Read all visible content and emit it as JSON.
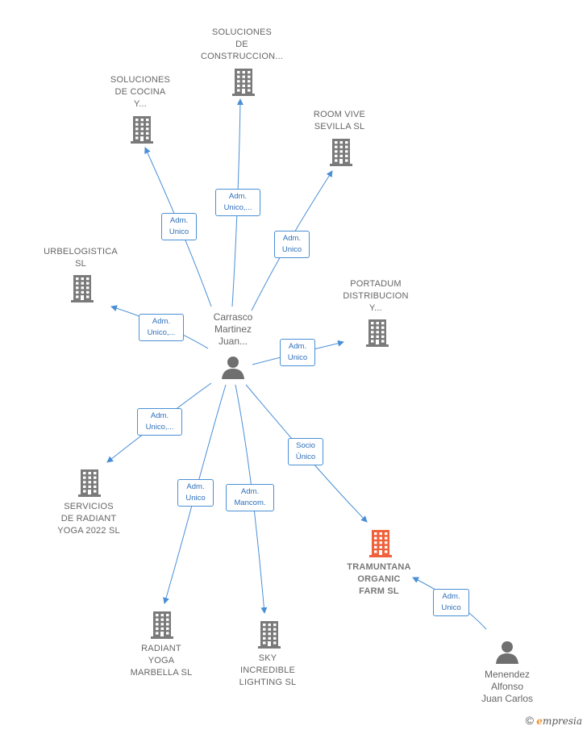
{
  "colors": {
    "edge": "#4a8fd6",
    "building": "#7a7a7a",
    "building_main": "#f0603a",
    "person": "#6f6f6f"
  },
  "nodes": {
    "center": {
      "lines": [
        "Carrasco",
        "Martinez",
        "Juan..."
      ]
    },
    "soluciones_construccion": {
      "lines": [
        "SOLUCIONES",
        "DE",
        "CONSTRUCCION..."
      ]
    },
    "soluciones_cocina": {
      "lines": [
        "SOLUCIONES",
        "DE COCINA",
        "Y..."
      ]
    },
    "room_vive": {
      "lines": [
        "ROOM VIVE",
        "SEVILLA  SL"
      ]
    },
    "urbelogistica": {
      "lines": [
        "URBELOGISTICA",
        "SL"
      ]
    },
    "portadum": {
      "lines": [
        "PORTADUM",
        "DISTRIBUCION",
        "Y..."
      ]
    },
    "servicios_radiant": {
      "lines": [
        "SERVICIOS",
        "DE RADIANT",
        "YOGA 2022  SL"
      ]
    },
    "radiant_yoga": {
      "lines": [
        "RADIANT",
        "YOGA",
        "MARBELLA  SL"
      ]
    },
    "sky": {
      "lines": [
        "SKY",
        "INCREDIBLE",
        "LIGHTING  SL"
      ]
    },
    "tramuntana": {
      "lines": [
        "TRAMUNTANA",
        "ORGANIC",
        "FARM  SL"
      ]
    },
    "menendez": {
      "lines": [
        "Menendez",
        "Alfonso",
        "Juan Carlos"
      ]
    }
  },
  "relations": {
    "r_cocina": [
      "Adm.",
      "Unico"
    ],
    "r_construccion": [
      "Adm.",
      "Unico,..."
    ],
    "r_room": [
      "Adm.",
      "Unico"
    ],
    "r_urbe": [
      "Adm.",
      "Unico,..."
    ],
    "r_portadum": [
      "Adm.",
      "Unico"
    ],
    "r_servicios": [
      "Adm.",
      "Unico,..."
    ],
    "r_radiant": [
      "Adm.",
      "Unico"
    ],
    "r_sky": [
      "Adm.",
      "Mancom."
    ],
    "r_tramuntana": [
      "Socio",
      "Único"
    ],
    "r_menendez": [
      "Adm.",
      "Unico"
    ]
  },
  "brand": {
    "copyright": "©",
    "e": "e",
    "rest": "mpresia"
  }
}
